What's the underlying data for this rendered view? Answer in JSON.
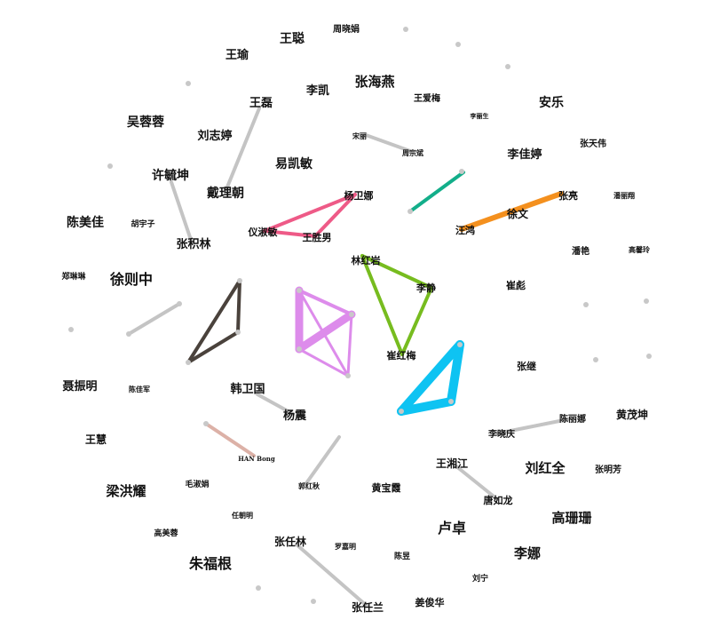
{
  "graph": {
    "nodes": [
      {
        "id": "n1",
        "label": "周晓娟",
        "size": "s"
      },
      {
        "id": "n2",
        "label": "王聪",
        "size": "m"
      },
      {
        "id": "n3",
        "label": "王瑜",
        "size": "m"
      },
      {
        "id": "n4",
        "label": "李凯",
        "size": "m"
      },
      {
        "id": "n5",
        "label": "张海燕",
        "size": "l"
      },
      {
        "id": "n6",
        "label": "王爱梅",
        "size": "s"
      },
      {
        "id": "n7",
        "label": "安乐",
        "size": "m"
      },
      {
        "id": "n8",
        "label": "王磊",
        "size": "m"
      },
      {
        "id": "n9",
        "label": "李丽生",
        "size": "xs"
      },
      {
        "id": "n10",
        "label": "吴蓉蓉",
        "size": "m"
      },
      {
        "id": "n11",
        "label": "刘志婷",
        "size": "m"
      },
      {
        "id": "n12",
        "label": "宋丽",
        "size": "s"
      },
      {
        "id": "n13",
        "label": "周宗斌",
        "size": "s"
      },
      {
        "id": "n14",
        "label": "李佳婷",
        "size": "m"
      },
      {
        "id": "n15",
        "label": "张天伟",
        "size": "s"
      },
      {
        "id": "n16",
        "label": "易凯敏",
        "size": "m"
      },
      {
        "id": "n17",
        "label": "许毓坤",
        "size": "m"
      },
      {
        "id": "n18",
        "label": "戴理朝",
        "size": "m"
      },
      {
        "id": "n19",
        "label": "杨卫娜",
        "size": "s"
      },
      {
        "id": "n20",
        "label": "张亮",
        "size": "s"
      },
      {
        "id": "n21",
        "label": "潘丽翔",
        "size": "s"
      },
      {
        "id": "n22",
        "label": "陈美佳",
        "size": "m"
      },
      {
        "id": "n23",
        "label": "胡宇子",
        "size": "s"
      },
      {
        "id": "n24",
        "label": "仪淑敏",
        "size": "s"
      },
      {
        "id": "n25",
        "label": "王胜男",
        "size": "s"
      },
      {
        "id": "n26",
        "label": "汪鸿",
        "size": "s"
      },
      {
        "id": "n27",
        "label": "徐文",
        "size": "s"
      },
      {
        "id": "n28",
        "label": "张积林",
        "size": "m"
      },
      {
        "id": "n29",
        "label": "潘艳",
        "size": "s"
      },
      {
        "id": "n30",
        "label": "高馨玲",
        "size": "xs"
      },
      {
        "id": "n31",
        "label": "林红岩",
        "size": "s"
      },
      {
        "id": "n32",
        "label": "郑琳琳",
        "size": "s"
      },
      {
        "id": "n33",
        "label": "徐则中",
        "size": "l"
      },
      {
        "id": "n34",
        "label": "李静",
        "size": "s"
      },
      {
        "id": "n35",
        "label": "崔彪",
        "size": "s"
      },
      {
        "id": "n36",
        "label": "崔红梅",
        "size": "s"
      },
      {
        "id": "n37",
        "label": "张继",
        "size": "s"
      },
      {
        "id": "n38",
        "label": "聂振明",
        "size": "m"
      },
      {
        "id": "n39",
        "label": "陈佳军",
        "size": "xs"
      },
      {
        "id": "n40",
        "label": "韩卫国",
        "size": "m"
      },
      {
        "id": "n41",
        "label": "杨震",
        "size": "m"
      },
      {
        "id": "n42",
        "label": "陈丽娜",
        "size": "s"
      },
      {
        "id": "n43",
        "label": "黄茂坤",
        "size": "m"
      },
      {
        "id": "n44",
        "label": "李晓庆",
        "size": "s"
      },
      {
        "id": "n45",
        "label": "王慧",
        "size": "m"
      },
      {
        "id": "n46",
        "label": "HAN Bong",
        "size": "xs"
      },
      {
        "id": "n47",
        "label": "王湘江",
        "size": "m"
      },
      {
        "id": "n48",
        "label": "刘红全",
        "size": "l"
      },
      {
        "id": "n49",
        "label": "张明芳",
        "size": "s"
      },
      {
        "id": "n50",
        "label": "梁洪耀",
        "size": "l"
      },
      {
        "id": "n51",
        "label": "毛淑娟",
        "size": "s"
      },
      {
        "id": "n52",
        "label": "郭红秋",
        "size": "xs"
      },
      {
        "id": "n53",
        "label": "黄宝霞",
        "size": "s"
      },
      {
        "id": "n54",
        "label": "唐如龙",
        "size": "s"
      },
      {
        "id": "n55",
        "label": "任朝明",
        "size": "xs"
      },
      {
        "id": "n56",
        "label": "高珊珊",
        "size": "l"
      },
      {
        "id": "n57",
        "label": "高美蓉",
        "size": "s"
      },
      {
        "id": "n58",
        "label": "卢卓",
        "size": "l"
      },
      {
        "id": "n59",
        "label": "张任林",
        "size": "m"
      },
      {
        "id": "n60",
        "label": "罗嘉明",
        "size": "xs"
      },
      {
        "id": "n61",
        "label": "陈昱",
        "size": "xs"
      },
      {
        "id": "n62",
        "label": "李娜",
        "size": "l"
      },
      {
        "id": "n63",
        "label": "朱福根",
        "size": "l"
      },
      {
        "id": "n64",
        "label": "刘宁",
        "size": "xs"
      },
      {
        "id": "n65",
        "label": "张任兰",
        "size": "m"
      },
      {
        "id": "n66",
        "label": "姜俊华",
        "size": "s"
      }
    ],
    "edges": [
      {
        "from": "n8",
        "to": "n18",
        "color": "#c4c4c4",
        "weight": 4
      },
      {
        "from": "n12",
        "to": "n13",
        "color": "#c4c4c4",
        "weight": 4
      },
      {
        "from": "n17",
        "to": "n28",
        "color": "#c4c4c4",
        "weight": 4
      },
      {
        "from": "n24",
        "to": "n19",
        "color": "#ee5a87",
        "weight": 4
      },
      {
        "from": "n19",
        "to": "n25",
        "color": "#ee5a87",
        "weight": 4
      },
      {
        "from": "n24",
        "to": "n25",
        "color": "#ee5a87",
        "weight": 4
      },
      {
        "from": "n26",
        "to": "n20",
        "color": "#f4901e",
        "weight": 6
      },
      {
        "from": "n31",
        "to": "n37",
        "color": "#77bc1f",
        "weight": 4
      },
      {
        "from": "n37",
        "to": "n36",
        "color": "#77bc1f",
        "weight": 4
      },
      {
        "from": "n31",
        "to": "n36",
        "color": "#77bc1f",
        "weight": 4
      },
      {
        "from": "n40",
        "to": "n41",
        "color": "#c4c4c4",
        "weight": 4
      },
      {
        "from": "n44",
        "to": "n42",
        "color": "#c4c4c4",
        "weight": 4
      },
      {
        "from": "n47",
        "to": "n54",
        "color": "#c4c4c4",
        "weight": 4
      },
      {
        "from": "n59",
        "to": "n65",
        "color": "#c4c4c4",
        "weight": 4
      }
    ]
  }
}
